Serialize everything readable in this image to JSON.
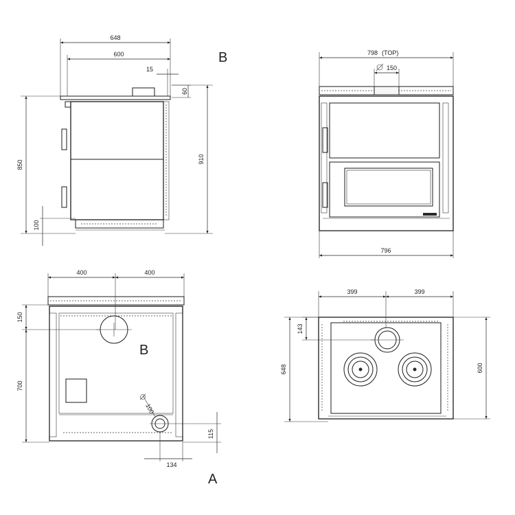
{
  "labels": {
    "view_b_top": "B",
    "view_b_plan": "B",
    "view_a": "A"
  },
  "side_view": {
    "depth_total": "648",
    "depth_body": "600",
    "offset_15": "15",
    "top_60": "60",
    "height_850": "850",
    "height_910": "910",
    "plinth_100": "100"
  },
  "front_view": {
    "width_top": "798",
    "width_top_note": "(TOP)",
    "flue_diameter": "150",
    "width_bottom": "796"
  },
  "rear_view": {
    "half_left": "400",
    "half_right": "400",
    "flue_offset_150": "150",
    "height_700": "700",
    "outlet_diameter": "100",
    "outlet_height_115": "115",
    "outlet_offset_134": "134"
  },
  "top_view": {
    "half_left": "399",
    "half_right": "399",
    "flue_offset_143": "143",
    "depth_648": "648",
    "depth_600": "600"
  }
}
